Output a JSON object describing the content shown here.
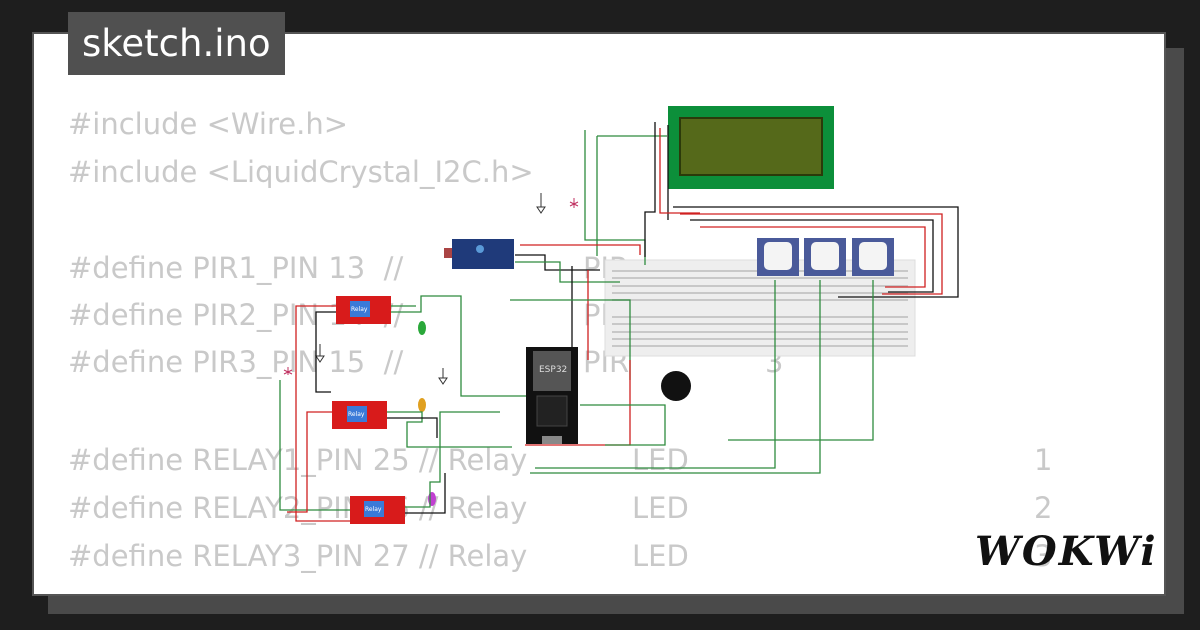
{
  "file_tab": {
    "label": "sketch.ino"
  },
  "code_lines": [
    "#include <Wire.h>",
    "#include <LiquidCrystal_I2C.h>",
    "",
    "#define PIR1_PIN 13  //",
    "#define PIR2_PIN 14  //",
    "#define PIR3_PIN 15  //",
    "",
    "#define RELAY1_PIN 25 // Relay",
    "#define RELAY2_PIN 26 // Relay",
    "#define RELAY3_PIN 27 // Relay"
  ],
  "trailing_words": {
    "pir": [
      "PIR",
      "PIR",
      "PIR"
    ],
    "pir_nums": [
      "",
      "",
      "3"
    ],
    "led": [
      "LED",
      "LED",
      "LED"
    ],
    "led_nums": [
      "1",
      "2",
      "3"
    ]
  },
  "brand": {
    "logo_text": "WOKWi"
  },
  "board_label": "ESP32",
  "relay_label": "Relay",
  "colors": {
    "background": "#1e1e1e",
    "card": "#ffffff",
    "tab": "#505050",
    "code_text": "#c9c9c9",
    "wire_green": "#2e8b3e",
    "wire_red": "#d02020",
    "wire_black": "#111111",
    "lcd_green": "#0c8f3a",
    "lcd_screen": "#55691a",
    "relay_red": "#d81b1b",
    "pir_blue": "#4a5a9a"
  }
}
